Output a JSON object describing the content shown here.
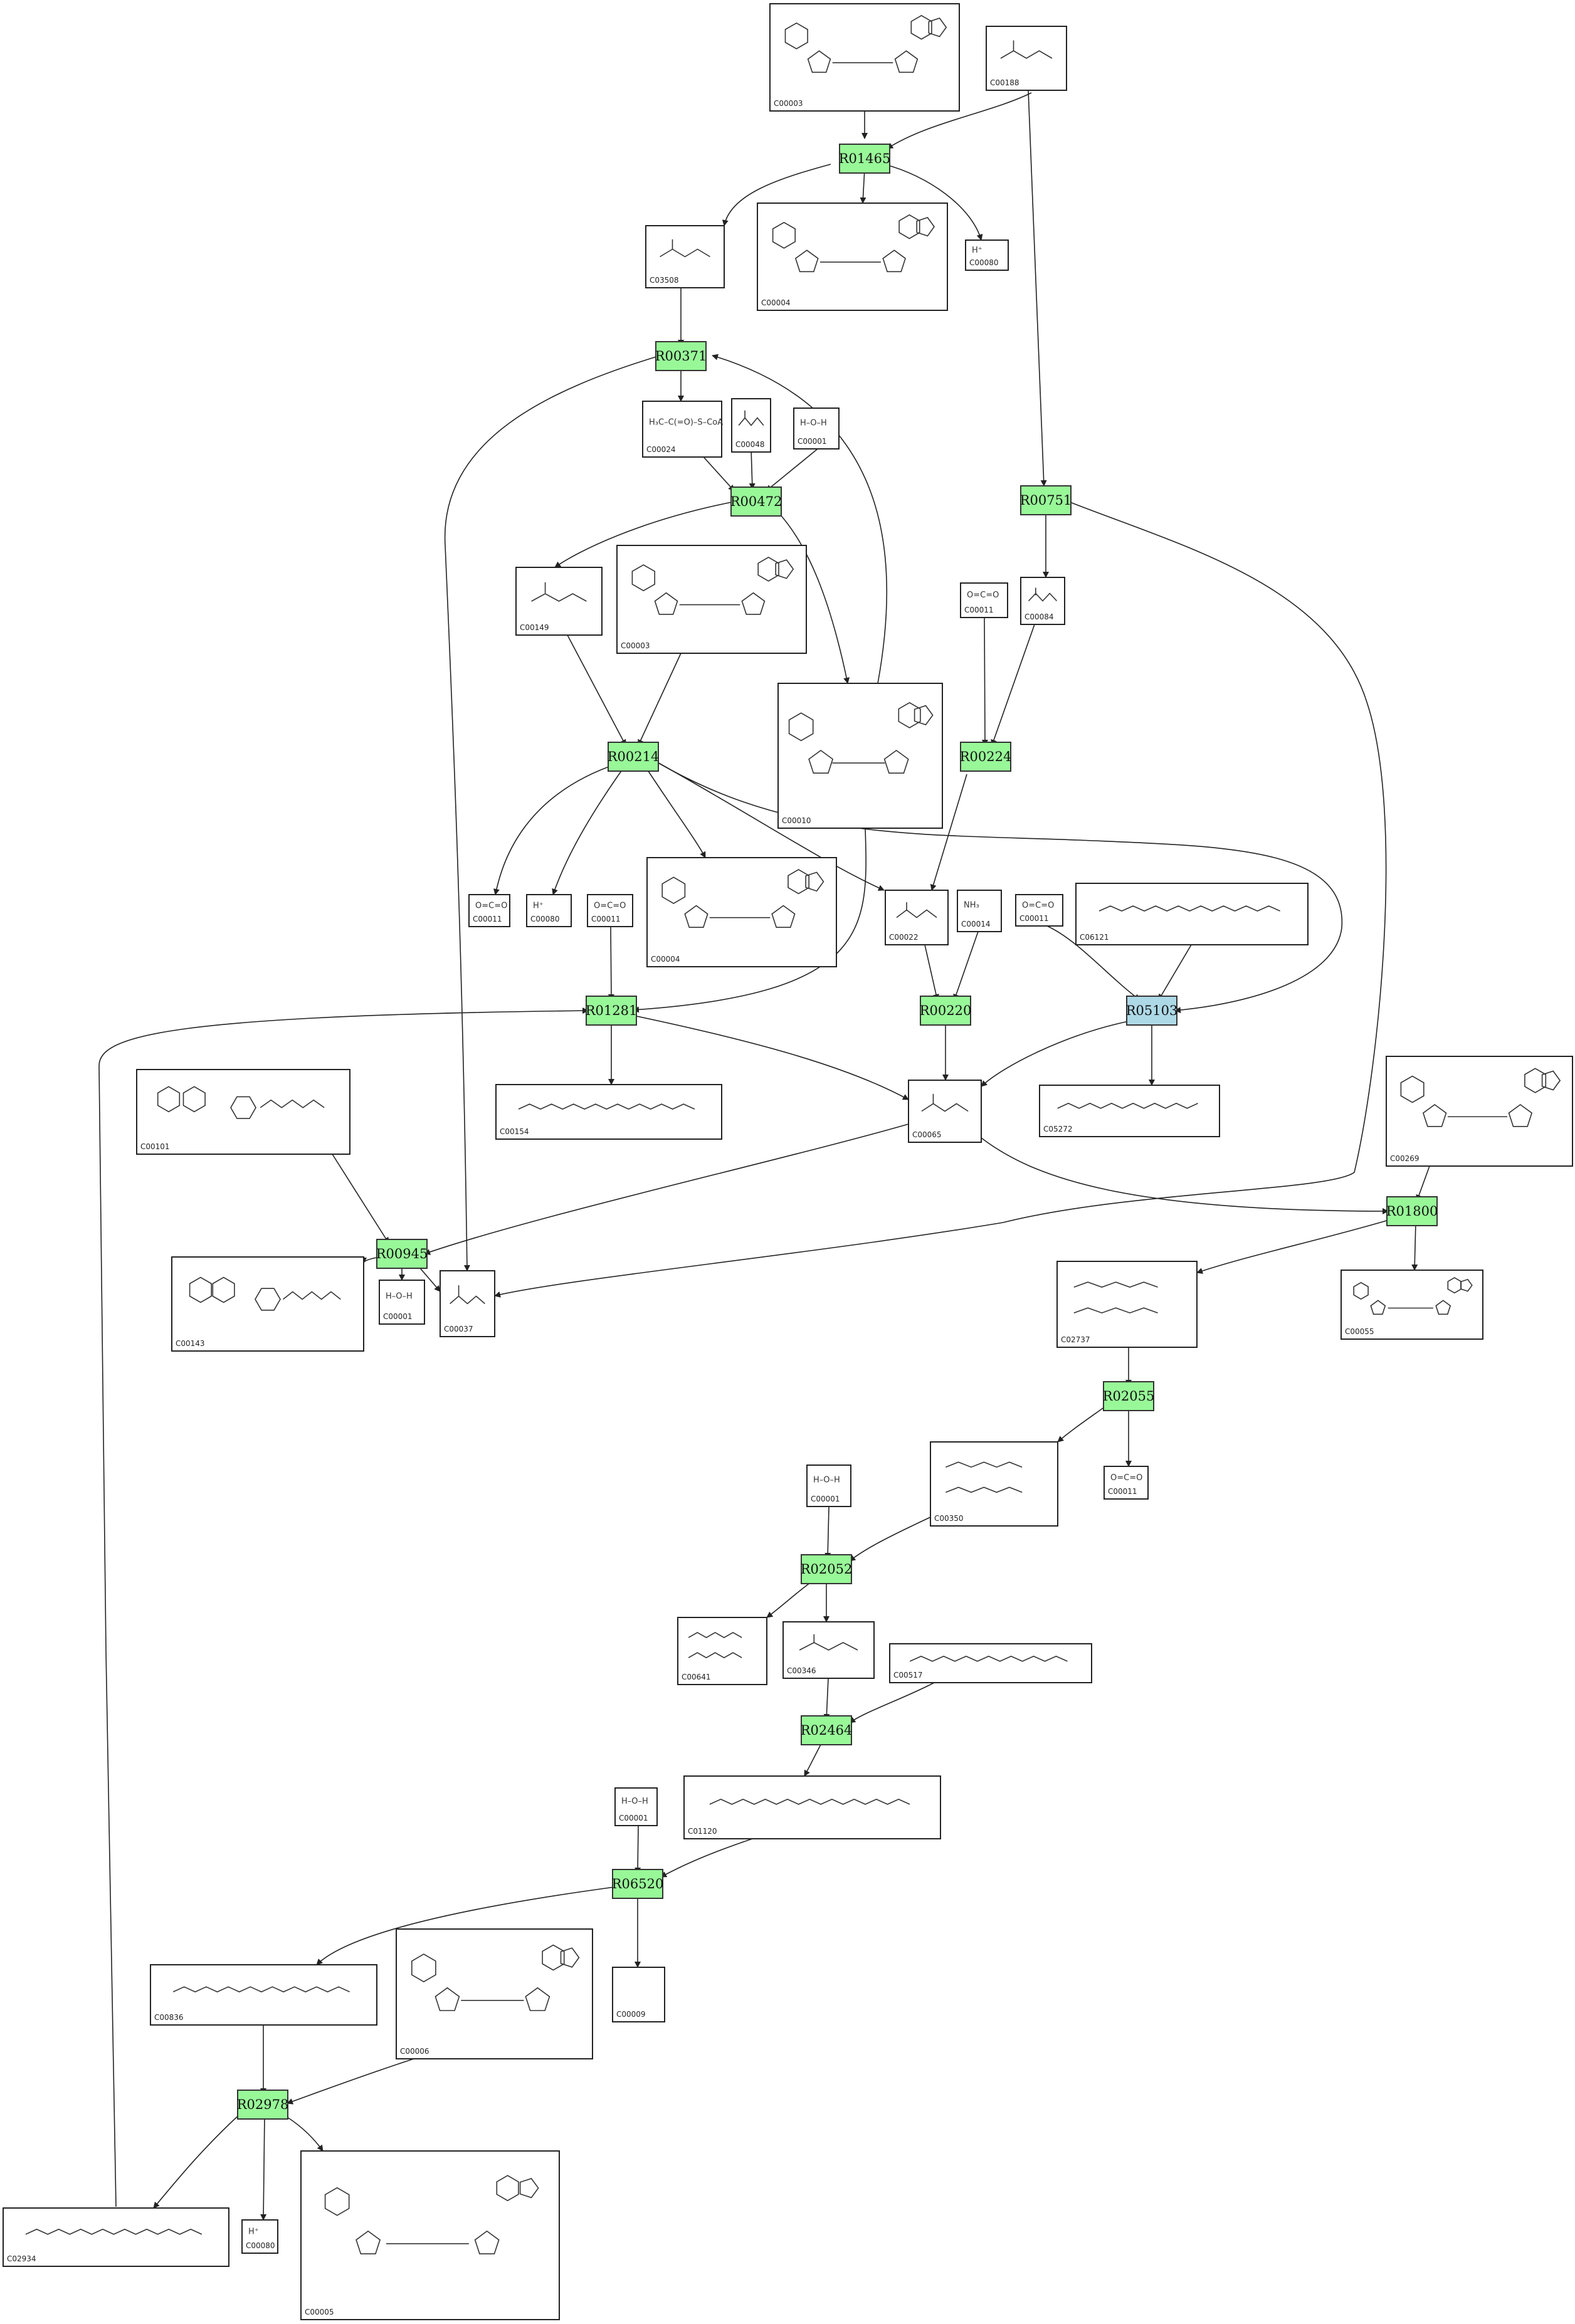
{
  "colors": {
    "reaction": "#98f898",
    "reaction_alt": "#add8e6",
    "edge": "#222222"
  },
  "reactions": [
    {
      "id": "R01465"
    },
    {
      "id": "R00371"
    },
    {
      "id": "R00472"
    },
    {
      "id": "R00751"
    },
    {
      "id": "R00214"
    },
    {
      "id": "R00224"
    },
    {
      "id": "R01281"
    },
    {
      "id": "R00220"
    },
    {
      "id": "R05103",
      "highlight": "alt"
    },
    {
      "id": "R00945"
    },
    {
      "id": "R01800"
    },
    {
      "id": "R02055"
    },
    {
      "id": "R02052"
    },
    {
      "id": "R02464"
    },
    {
      "id": "R06520"
    },
    {
      "id": "R02978"
    }
  ],
  "compounds": [
    {
      "code": "C00003",
      "formula": ""
    },
    {
      "code": "C00188",
      "formula": ""
    },
    {
      "code": "C03508",
      "formula": ""
    },
    {
      "code": "C00004",
      "formula": ""
    },
    {
      "code": "C00080",
      "formula": "H⁺"
    },
    {
      "code": "C00024",
      "formula": "H₃C–C(=O)–S–CoA"
    },
    {
      "code": "C00048",
      "formula": ""
    },
    {
      "code": "C00001",
      "formula": "H–O–H"
    },
    {
      "code": "C00149",
      "formula": ""
    },
    {
      "code": "C00003",
      "formula": ""
    },
    {
      "code": "C00011",
      "formula": "O=C=O"
    },
    {
      "code": "C00084",
      "formula": ""
    },
    {
      "code": "C00010",
      "formula": ""
    },
    {
      "code": "C00011",
      "formula": "O=C=O"
    },
    {
      "code": "C00080",
      "formula": "H⁺"
    },
    {
      "code": "C00011",
      "formula": "O=C=O"
    },
    {
      "code": "C00004",
      "formula": ""
    },
    {
      "code": "C00022",
      "formula": ""
    },
    {
      "code": "C00014",
      "formula": "NH₃"
    },
    {
      "code": "C00011",
      "formula": "O=C=O"
    },
    {
      "code": "C06121",
      "formula": ""
    },
    {
      "code": "C00154",
      "formula": ""
    },
    {
      "code": "C00101",
      "formula": ""
    },
    {
      "code": "C00065",
      "formula": ""
    },
    {
      "code": "C05272",
      "formula": ""
    },
    {
      "code": "C00269",
      "formula": ""
    },
    {
      "code": "C00143",
      "formula": ""
    },
    {
      "code": "C00001",
      "formula": "H–O–H"
    },
    {
      "code": "C00037",
      "formula": ""
    },
    {
      "code": "C02737",
      "formula": ""
    },
    {
      "code": "C00055",
      "formula": ""
    },
    {
      "code": "C00011",
      "formula": "O=C=O"
    },
    {
      "code": "C00001",
      "formula": "H–O–H"
    },
    {
      "code": "C00350",
      "formula": ""
    },
    {
      "code": "C00641",
      "formula": ""
    },
    {
      "code": "C00346",
      "formula": ""
    },
    {
      "code": "C00517",
      "formula": ""
    },
    {
      "code": "C00001",
      "formula": "H–O–H"
    },
    {
      "code": "C01120",
      "formula": ""
    },
    {
      "code": "C00836",
      "formula": ""
    },
    {
      "code": "C00006",
      "formula": ""
    },
    {
      "code": "C00009",
      "formula": ""
    },
    {
      "code": "C02934",
      "formula": ""
    },
    {
      "code": "C00080",
      "formula": "H⁺"
    },
    {
      "code": "C00005",
      "formula": ""
    }
  ]
}
